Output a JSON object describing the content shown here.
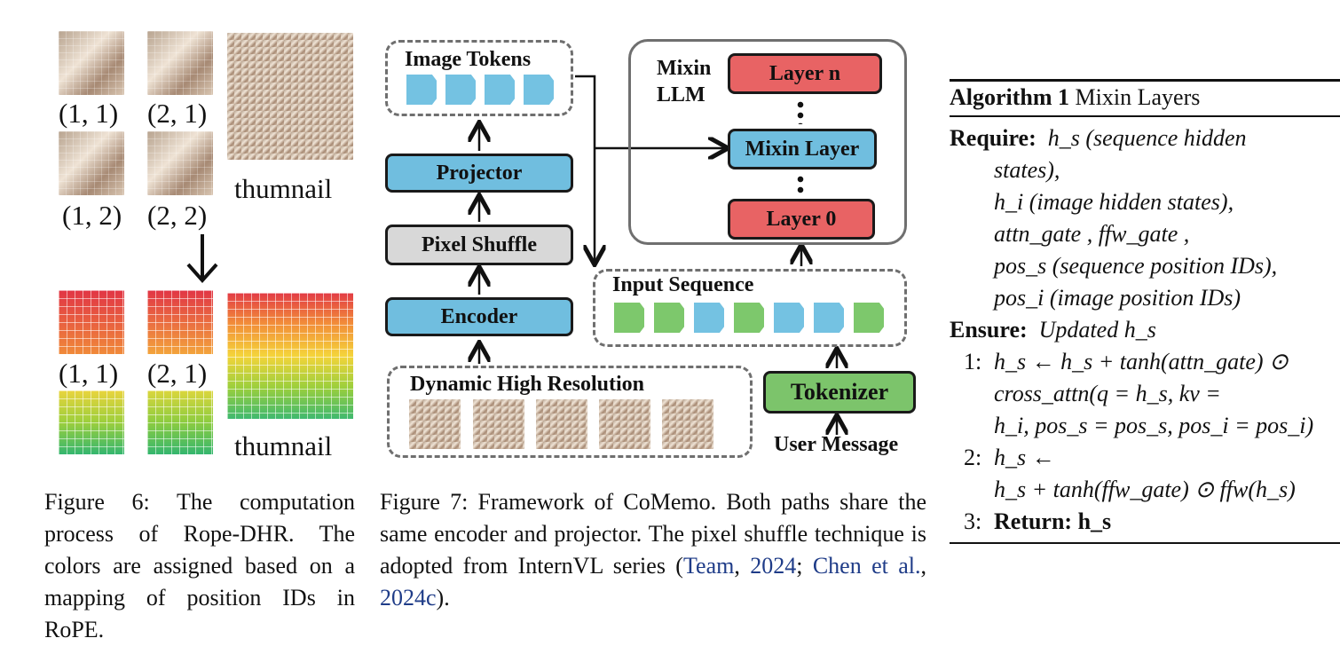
{
  "fig6": {
    "labels": {
      "a11": "(1, 1)",
      "a21": "(2, 1)",
      "a12": "(1, 2)",
      "a22": "(2, 2)",
      "thumb": "thumnail",
      "b11": "(1, 1)",
      "b21": "(2, 1)",
      "thumb2": "thumnail"
    },
    "arrow": "↓",
    "caption": "Figure 6: The computation process of Rope-DHR. The colors are assigned based on a mapping of position IDs in RoPE."
  },
  "fig7": {
    "image_tokens": "Image Tokens",
    "projector": "Projector",
    "pixel_shuffle": "Pixel Shuffle",
    "encoder": "Encoder",
    "dynamic_high_res": "Dynamic High Resolution",
    "mixin_llm": "Mixin\nLLM",
    "layer_n": "Layer n",
    "mixin_layer": "Mixin Layer",
    "layer_0": "Layer 0",
    "input_sequence": "Input Sequence",
    "tokenizer": "Tokenizer",
    "user_message": "User Message",
    "input_token_colors": [
      "green",
      "green",
      "blue",
      "green",
      "blue",
      "blue",
      "green"
    ],
    "caption_main": "Figure 7: Framework of CoMemo. Both paths share the same encoder and projector. The pixel shuffle technique is adopted from InternVL series (",
    "cite1": "Team",
    "cite1_year": "2024",
    "cite2": "Chen et al.",
    "cite2_year": "2024c",
    "caption_end": ")."
  },
  "algorithm": {
    "title_bold": "Algorithm 1",
    "title": "Mixin Layers",
    "require": "Require:",
    "ensure": "Ensure:",
    "require_lines": [
      "h_s (sequence hidden",
      "states),",
      "h_i (image hidden states),",
      "attn_gate , ffw_gate ,",
      "pos_s (sequence position IDs),",
      "pos_i (image position IDs)"
    ],
    "ensure_text": "Updated h_s",
    "steps": [
      {
        "n": "1:",
        "lines": [
          "h_s ← h_s + tanh(attn_gate) ⊙",
          "cross_attn(q = h_s, kv =",
          "h_i, pos_s = pos_s, pos_i = pos_i)"
        ]
      },
      {
        "n": "2:",
        "lines": [
          "h_s ←",
          "h_s + tanh(ffw_gate) ⊙ ffw(h_s)"
        ]
      },
      {
        "n": "3:",
        "lines": [
          "Return: h_s"
        ]
      }
    ]
  }
}
